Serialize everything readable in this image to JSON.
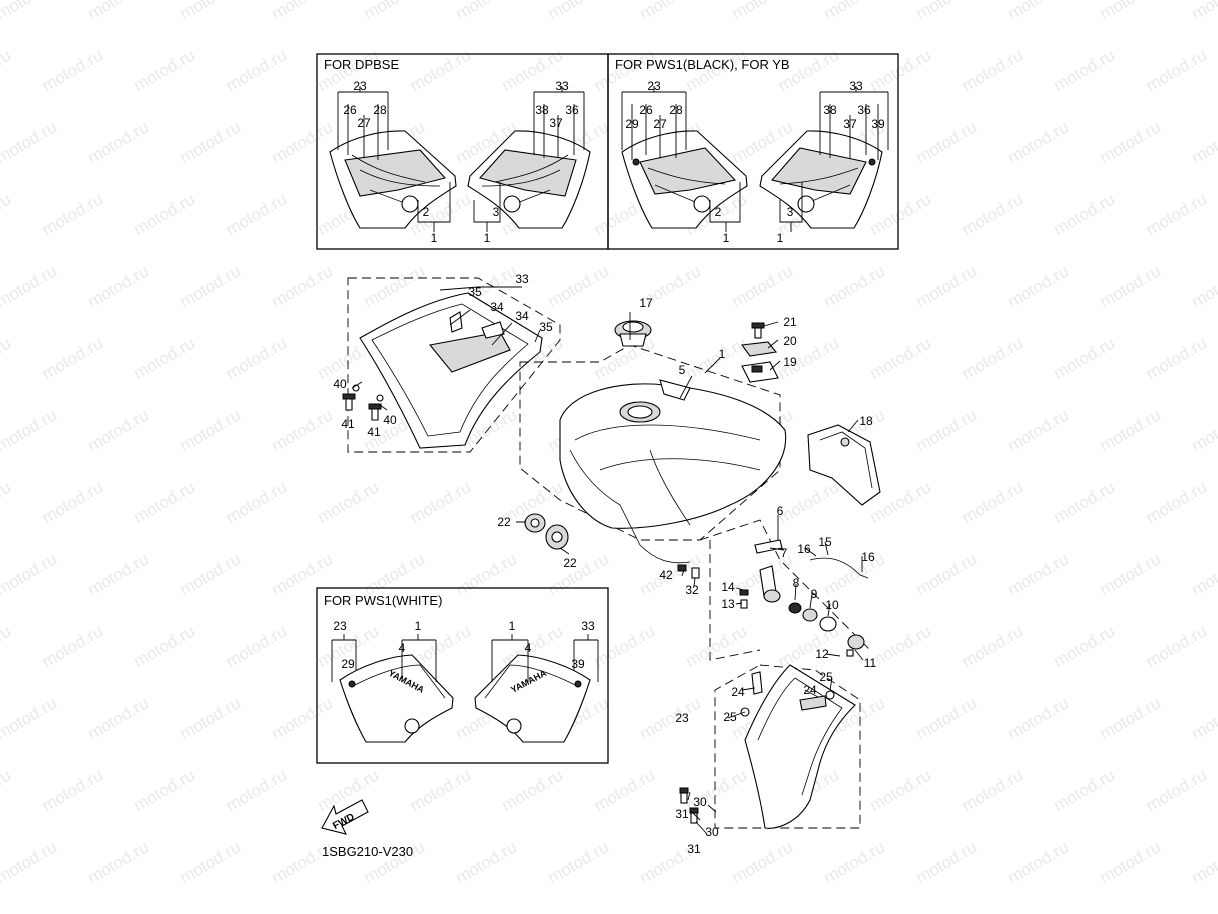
{
  "watermark": "motod.ru",
  "sections": {
    "dpbse": "FOR DPBSE",
    "pws1_black": "FOR PWS1(BLACK), FOR YB",
    "pws1_white": "FOR PWS1(WHITE)"
  },
  "graphic_text": {
    "tank_badge": "YAMAHA",
    "fwd_arrow": "FWD"
  },
  "diagram_code": "1SBG210-V230",
  "callouts": [
    "1",
    "2",
    "3",
    "4",
    "5",
    "6",
    "7",
    "8",
    "9",
    "10",
    "11",
    "12",
    "13",
    "14",
    "15",
    "16",
    "17",
    "18",
    "19",
    "20",
    "21",
    "22",
    "23",
    "24",
    "25",
    "26",
    "27",
    "28",
    "29",
    "30",
    "31",
    "32",
    "33",
    "34",
    "35",
    "36",
    "37",
    "38",
    "39",
    "40",
    "41",
    "42"
  ],
  "colors": {
    "line": "#000000",
    "watermark": "#e9e9e9",
    "background": "#ffffff",
    "fill": "#d9d9d9"
  }
}
